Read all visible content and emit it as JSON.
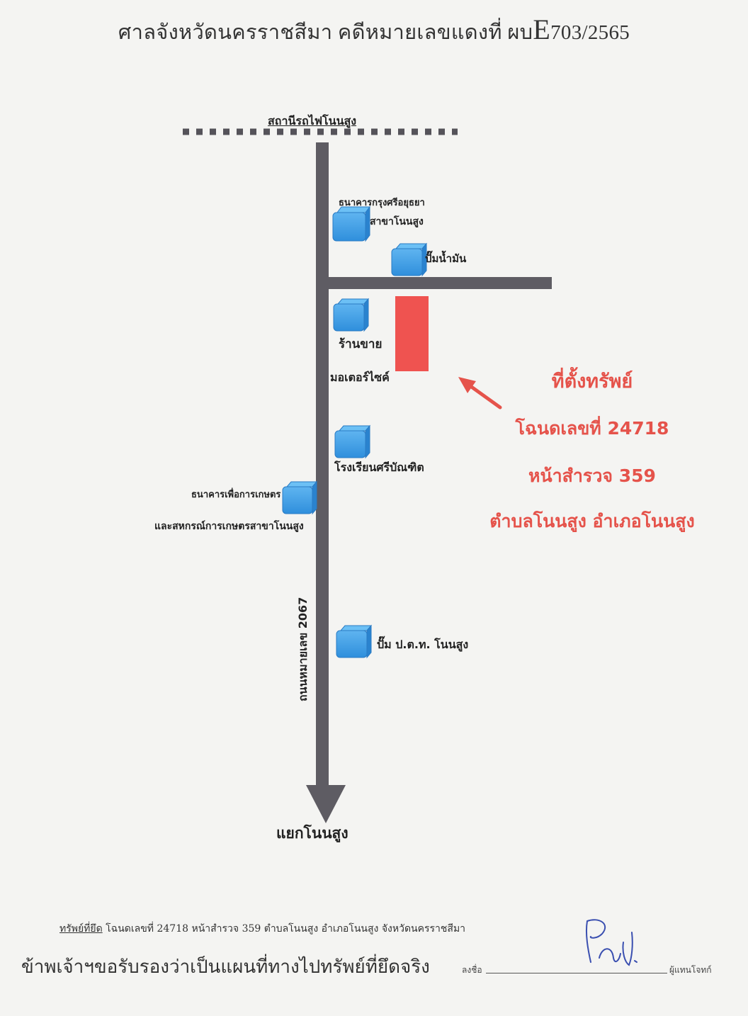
{
  "header": {
    "title_prefix": "ศาลจังหวัดนครราชสีมา คดีหมายเลขแดงที่ ผบ",
    "title_e": "E",
    "title_suffix": "703/2565"
  },
  "map": {
    "station": "สถานีรถไฟโนนสูง",
    "road_name": "ถนนหมายเลข 2067",
    "junction": "แยกโนนสูง",
    "landmarks": {
      "bank_krungsri_line1": "ธนาคารกรุงศรีอยุธยา",
      "bank_krungsri_line2": "สาขาโนนสูง",
      "gas_station": "ปั๊มน้ำมัน",
      "motorcycle_shop_line1": "ร้านขาย",
      "motorcycle_shop_line2": "มอเตอร์ไซค์",
      "school": "โรงเรียนศรีบัณฑิต",
      "baac_line1": "ธนาคารเพื่อการเกษตร",
      "baac_line2": "และสหกรณ์การเกษตรสาขาโนนสูง",
      "ptt_station": "ปั๊ม ป.ต.ท. โนนสูง"
    },
    "property_info": {
      "line1": "ที่ตั้งทรัพย์",
      "line2": "โฉนดเลขที่ 24718",
      "line3": "หน้าสำรวจ 359",
      "line4": "ตำบลโนนสูง อำเภอโนนสูง"
    },
    "colors": {
      "road": "#5e5c63",
      "landmark": "#3d9be3",
      "property": "#ef5350",
      "info_text": "#e5534b"
    }
  },
  "footer": {
    "seized_label": "ทรัพย์ที่ยึด",
    "seized_detail": " โฉนดเลขที่ 24718 หน้าสำรวจ 359 ตำบลโนนสูง อำเภอโนนสูง จังหวัดนครราชสีมา",
    "certify": "ข้าพเจ้าฯขอรับรองว่าเป็นแผนที่ทางไปทรัพย์ที่ยึดจริง",
    "sign_label": "ลงชื่อ",
    "sign_role": "ผู้แทนโจทก์"
  }
}
